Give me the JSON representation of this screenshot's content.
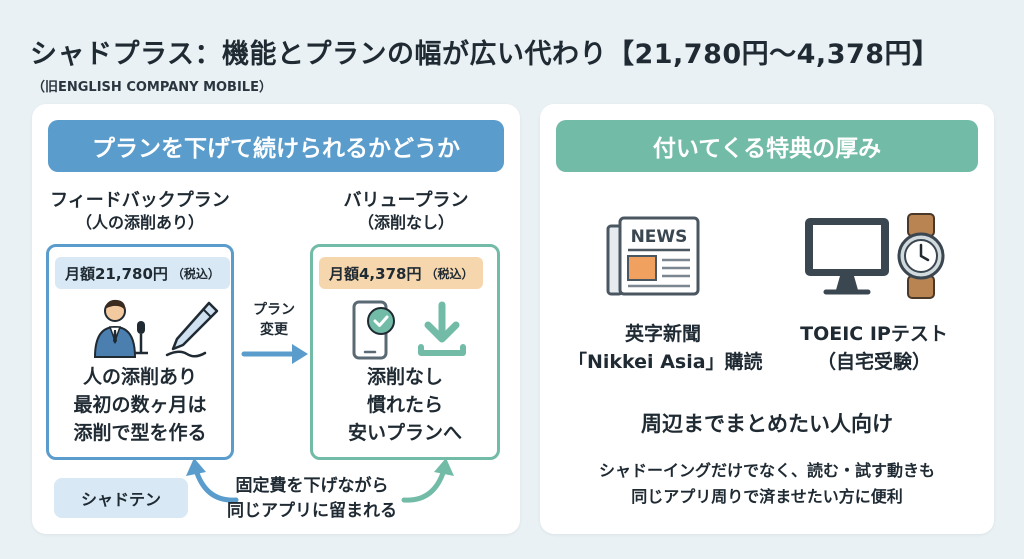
{
  "title": "シャドプラス：機能とプランの幅が広い代わり【21,780円〜4,378円】",
  "subtitle": "（旧ENGLISH COMPANY MOBILE）",
  "left": {
    "banner": "プランを下げて続けられるかどうか",
    "feedback": {
      "name": "フィードバックプラン",
      "sub": "（人の添削あり）",
      "price": "月額21,780円",
      "tax": "（税込）",
      "lines": [
        "人の添削あり",
        "最初の数ヶ月は",
        "添削で型を作る"
      ]
    },
    "value": {
      "name": "バリュープラン",
      "sub": "（添削なし）",
      "price": "月額4,378円",
      "tax": "（税込）",
      "lines": [
        "添削なし",
        "慣れたら",
        "安いプランへ"
      ]
    },
    "change_label": [
      "プラン",
      "変更"
    ],
    "shaden": "シャドテン",
    "bottom_lines": [
      "固定費を下げながら",
      "同じアプリに留まれる"
    ]
  },
  "right": {
    "banner": "付いてくる特典の厚み",
    "news_icon_text": "NEWS",
    "benefit1": [
      "英字新聞",
      "「Nikkei Asia」購読"
    ],
    "benefit2": [
      "TOEIC IPテスト",
      "（自宅受験）"
    ],
    "target": "周辺までまとめたい人向け",
    "desc": [
      "シャドーイングだけでなく、読む・試す動きも",
      "同じアプリ周りで済ませたい方に便利"
    ]
  },
  "colors": {
    "blue": "#5a9ccb",
    "green": "#72bba7",
    "light_blue": "#d8e8f4",
    "orange": "#f6d6ad"
  }
}
